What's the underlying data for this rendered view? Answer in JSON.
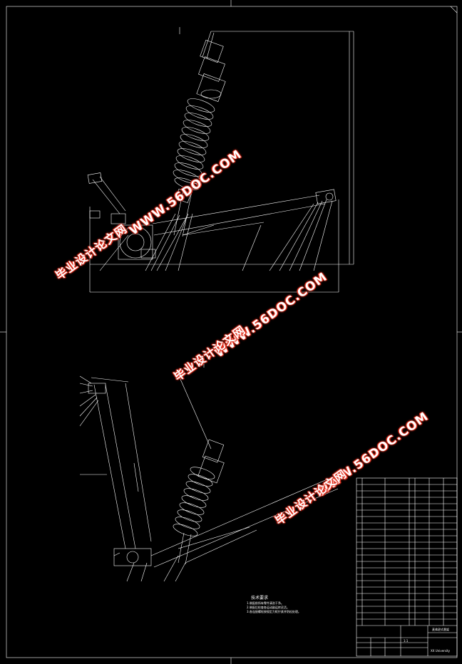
{
  "watermarks": {
    "url": "WWW.56DOC.COM",
    "cn": "毕业设计论文网"
  },
  "technical_notes": {
    "title": "技术要求",
    "items": [
      "1.装配前所有零件清洗干净。",
      "2.装配后检查各运动副运转灵活。",
      "3.各连接螺栓按规定力矩拧紧并防松处理。"
    ]
  },
  "title_block": {
    "drawing_name": "麦弗逊式悬架",
    "scale": "1:1",
    "school": "XX University"
  },
  "colors": {
    "background": "#000000",
    "lines": "#ffffff",
    "watermark_outline": "#e0301e"
  }
}
